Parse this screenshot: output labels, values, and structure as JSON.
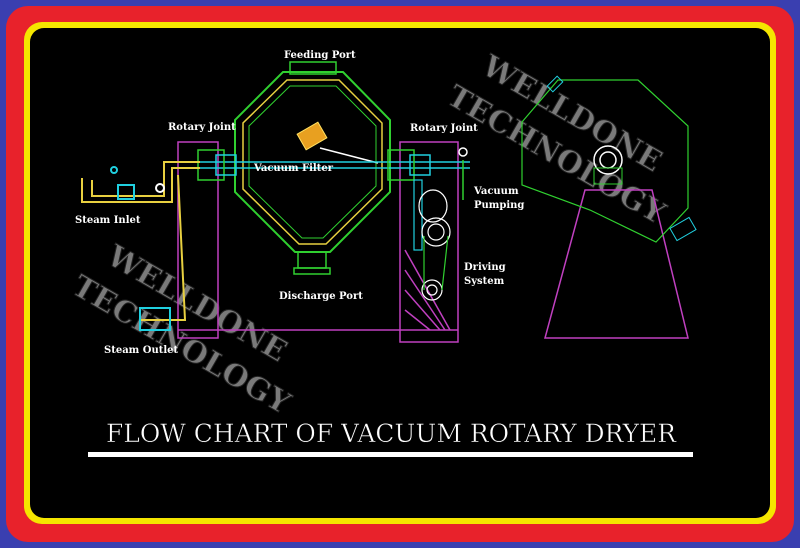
{
  "colors": {
    "outer_border": "#3a3fb0",
    "red_band": "#e8222b",
    "yellow_line": "#f5e600",
    "background": "#000000",
    "vessel": "#30d030",
    "frame": "#c040c0",
    "piping": "#e8d040",
    "cyan": "#20d0e0",
    "label": "#ffffff",
    "watermark": "#7a7a7a"
  },
  "labels": {
    "feeding_port": "Feeding Port",
    "rotary_joint_left": "Rotary Joint",
    "rotary_joint_right": "Rotary Joint",
    "vacuum_filter": "Vacuum Filter",
    "vacuum_pumping_1": "Vacuum",
    "vacuum_pumping_2": "Pumping",
    "steam_inlet": "Steam Inlet",
    "discharge_port": "Discharge Port",
    "driving_system_1": "Driving",
    "driving_system_2": "System",
    "steam_outlet": "Steam Outlet"
  },
  "watermark": {
    "line1": "WELLDONE",
    "line2": "TECHNOLOGY"
  },
  "title": "FLOW CHART OF VACUUM ROTARY DRYER"
}
